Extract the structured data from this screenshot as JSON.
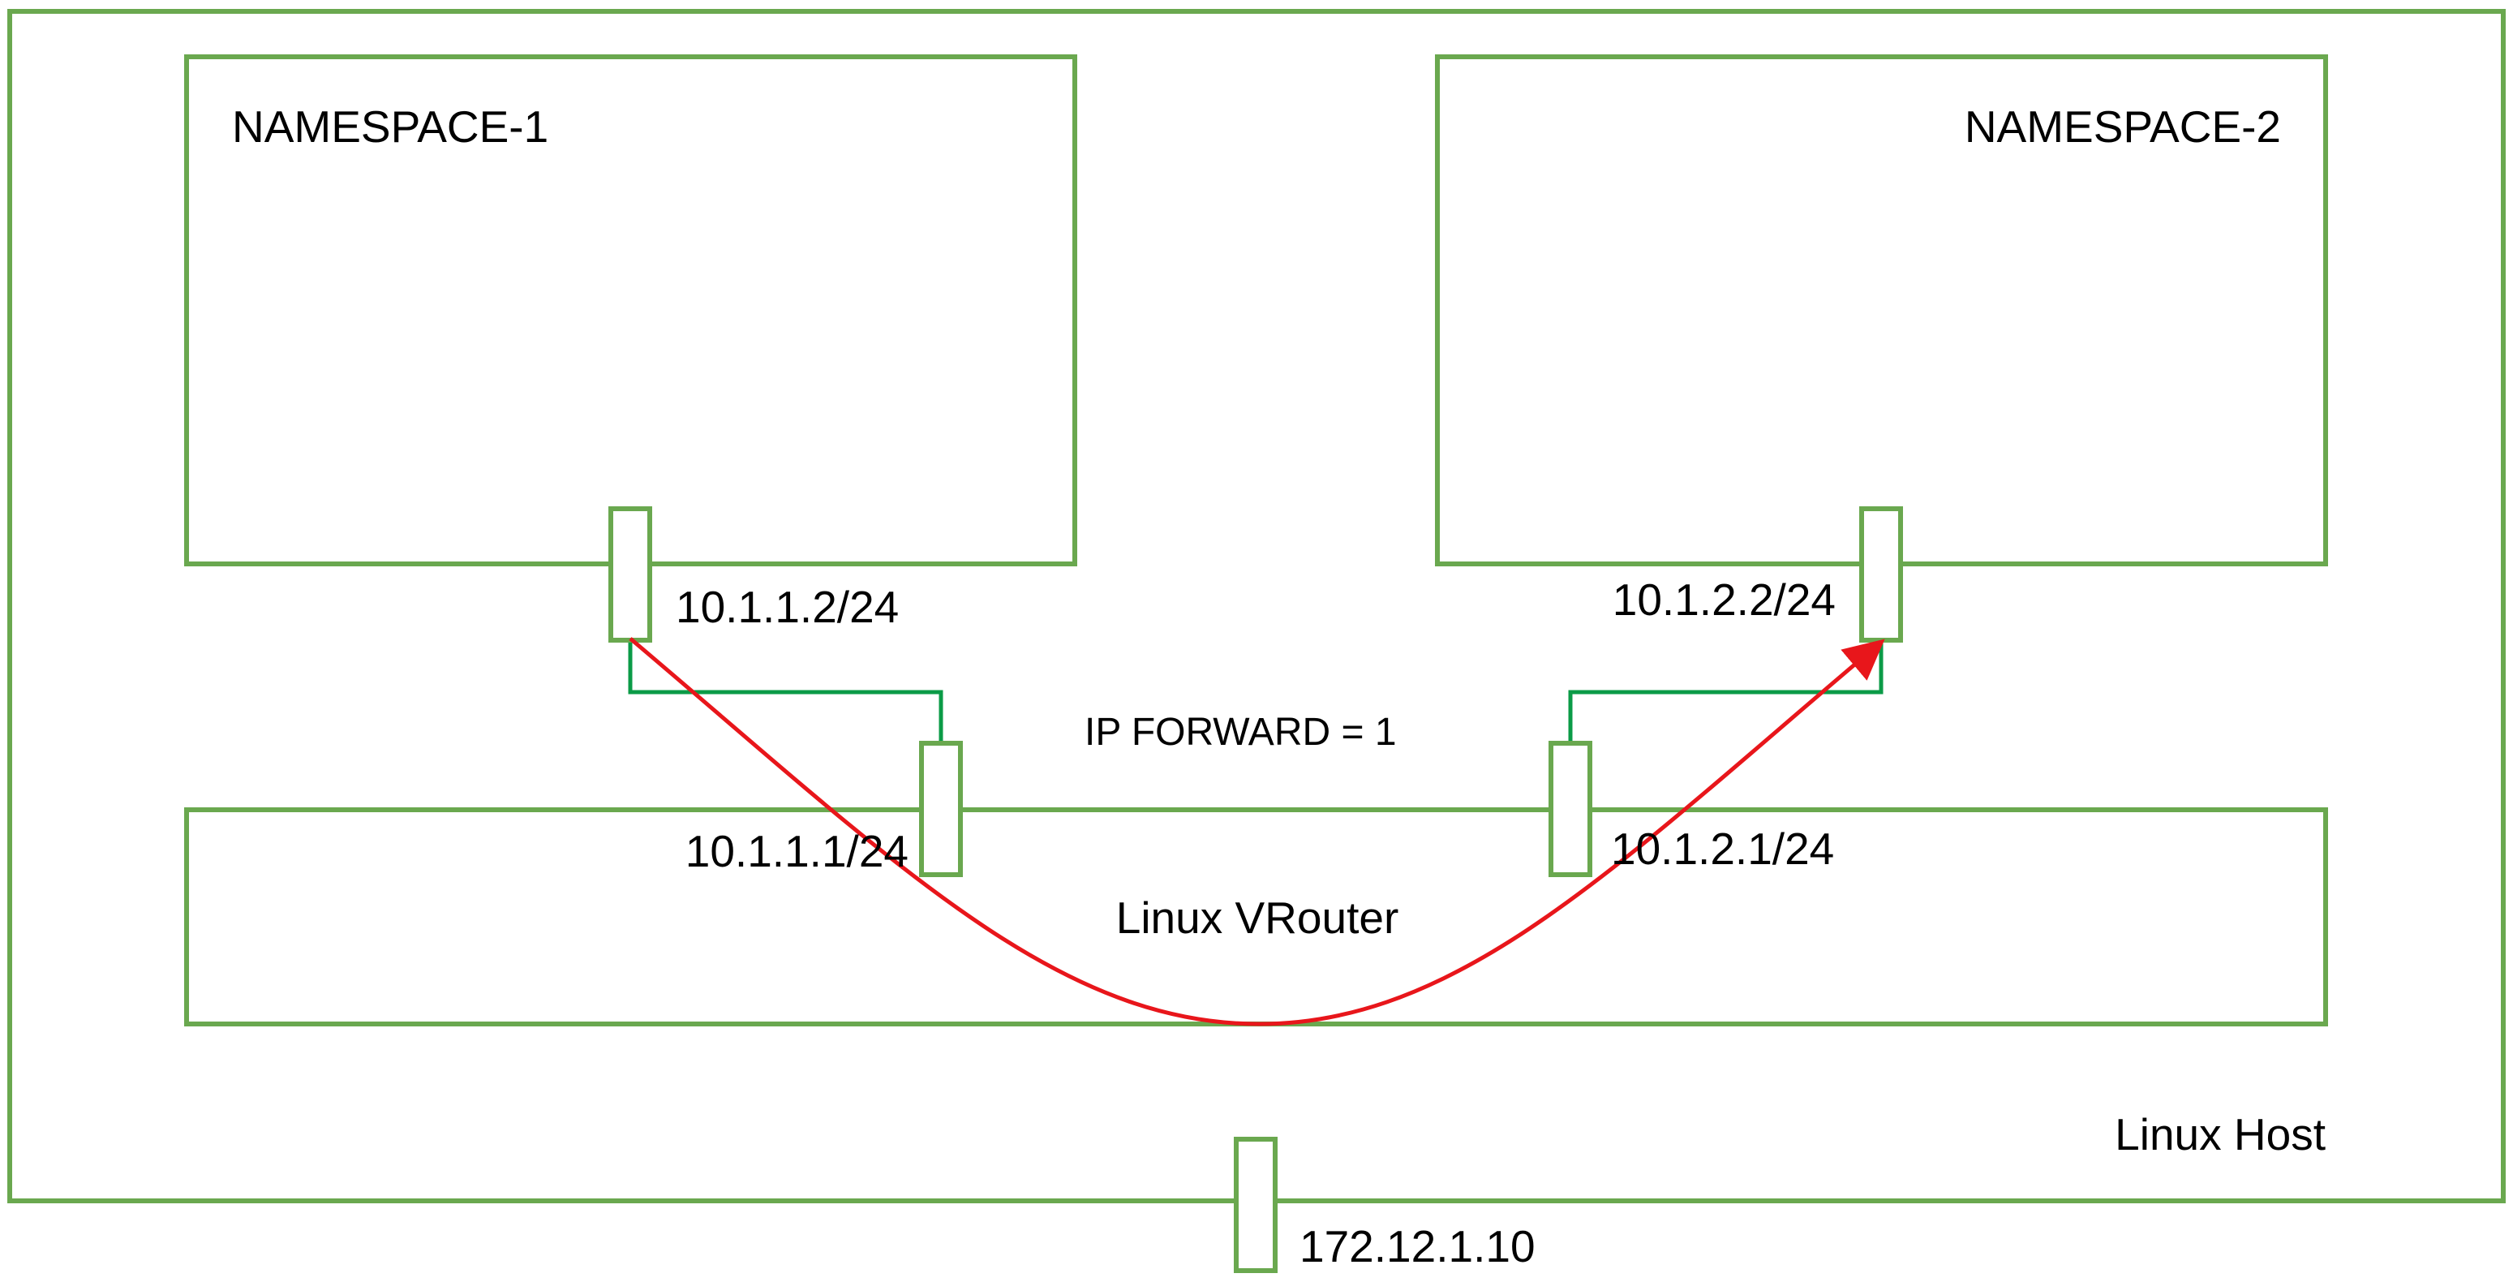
{
  "diagram": {
    "host_label": "Linux Host",
    "namespace_1_label": "NAMESPACE-1",
    "namespace_2_label": "NAMESPACE-2",
    "vrouter_label": "Linux VRouter",
    "ip_forward_label": "IP FORWARD = 1",
    "ns1_interface_ip": "10.1.1.2/24",
    "ns2_interface_ip": "10.1.2.2/24",
    "vrouter_left_interface_ip": "10.1.1.1/24",
    "vrouter_right_interface_ip": "10.1.2.1/24",
    "host_interface_ip": "172.12.1.10"
  },
  "colors": {
    "box_outline": "#6aa84f",
    "link_line": "#0b9b47",
    "packet_flow": "#e8161b"
  }
}
